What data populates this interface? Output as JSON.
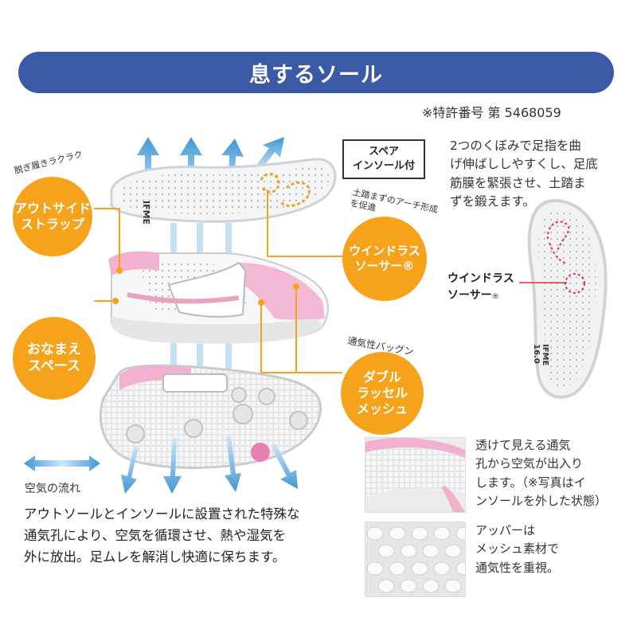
{
  "banner": {
    "title": "息するソール"
  },
  "patent": "※特許番号 第 5468059",
  "spare_box": {
    "line1": "スペア",
    "line2": "インソール付"
  },
  "badges": {
    "outside_strap": {
      "line1": "アウトサイド",
      "line2": "ストラップ",
      "caption": "脱ぎ履きラクラク"
    },
    "name_space": {
      "line1": "おなまえ",
      "line2": "スペース"
    },
    "windlass": {
      "line1": "ウインドラス",
      "line2": "ソーサー®",
      "caption": "土踏まずのアーチ形成を促進"
    },
    "double_raschel": {
      "line1": "ダブル",
      "line2": "ラッセル",
      "line3": "メッシュ",
      "caption": "通気性バッグン"
    }
  },
  "insole_logo": {
    "brand": "IFME",
    "size": "16.0"
  },
  "right_desc": {
    "line1": "2つのくぼみで足指を曲",
    "line2": "げ伸ばししやすくし、足底",
    "line3": "筋膜を緊張させ、土踏ま",
    "line4": "ずを鍛えます。"
  },
  "windlass_label": {
    "line1": "ウインドラス",
    "line2": "ソーサー",
    "mark": "®"
  },
  "airflow_label": "空気の流れ",
  "bottom_text": {
    "line1": "アウトソールとインソールに設置された特殊な",
    "line2": "通気孔により、空気を循環させ、熱や湿気を",
    "line3": "外に放出。足ムレを解消し快適に保ちます。"
  },
  "photo1_text": {
    "line1": "透けて見える通気",
    "line2": "孔から空気が出入り",
    "line3": "します。（※写真はイ",
    "line4": "ンソールを外した状態）"
  },
  "photo2_text": {
    "line1": "アッパーは",
    "line2": "メッシュ素材で",
    "line3": "通気性を重視。"
  },
  "colors": {
    "banner": "#3a5aa6",
    "badge": "#f7a21b",
    "arrow": "#5aa9dd",
    "accent_pink": "#e9a0c4"
  }
}
